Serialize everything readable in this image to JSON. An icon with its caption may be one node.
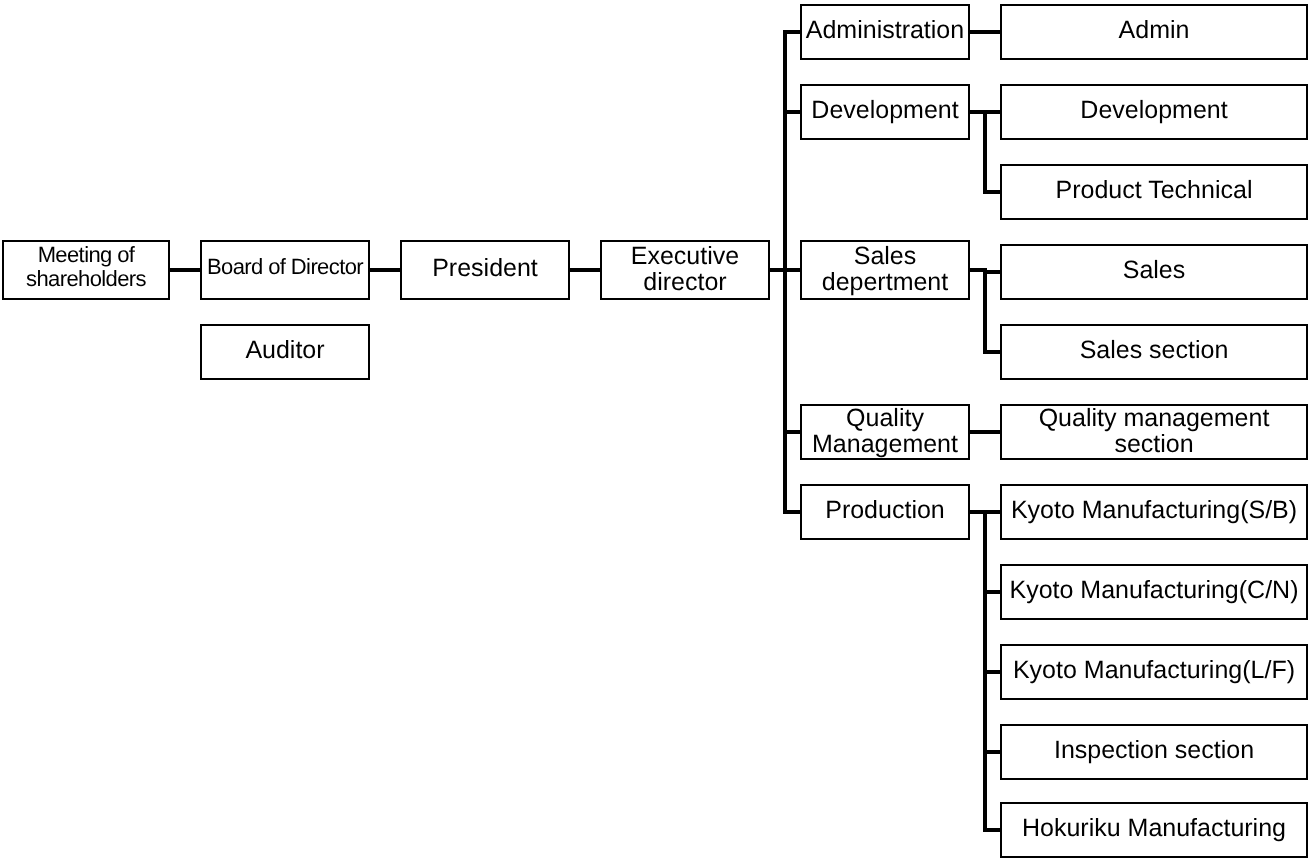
{
  "diagram": {
    "nodes": [
      {
        "text": [
          "Meeting of shareholders"
        ]
      },
      {
        "text": [
          "Board of Director"
        ]
      },
      {
        "text": [
          "Auditor"
        ]
      },
      {
        "text": [
          "President"
        ]
      },
      {
        "text": [
          "Executive director"
        ]
      },
      {
        "text": [
          "Administration"
        ]
      },
      {
        "text": [
          "Admin"
        ]
      },
      {
        "text": [
          "Development"
        ]
      },
      {
        "text": [
          "Development"
        ]
      },
      {
        "text": [
          "Product Technical"
        ]
      },
      {
        "text": [
          "Sales depertment"
        ]
      },
      {
        "text": [
          "Sales"
        ]
      },
      {
        "text": [
          "Sales section"
        ]
      },
      {
        "text": [
          "Quality Management"
        ]
      },
      {
        "text": [
          "Quality management section"
        ]
      },
      {
        "text": [
          "Production"
        ]
      },
      {
        "text": [
          "Kyoto Manufacturing(S/B)"
        ]
      },
      {
        "text": [
          "Kyoto Manufacturing(C/N)"
        ]
      },
      {
        "text": [
          "Kyoto Manufacturing(L/F)"
        ]
      },
      {
        "text": [
          "Inspection section"
        ]
      },
      {
        "text": [
          "Hokuriku Manufacturing"
        ]
      }
    ],
    "edges": [
      {
        "from": 0,
        "to": 1,
        "arrow": "none"
      },
      {
        "from": 1,
        "to": 3,
        "arrow": "none"
      },
      {
        "from": 3,
        "to": 4,
        "arrow": "none"
      },
      {
        "from": 4,
        "to": 5,
        "arrow": "none"
      },
      {
        "from": 4,
        "to": 7,
        "arrow": "none"
      },
      {
        "from": 4,
        "to": 10,
        "arrow": "none"
      },
      {
        "from": 4,
        "to": 13,
        "arrow": "none"
      },
      {
        "from": 4,
        "to": 15,
        "arrow": "none"
      },
      {
        "from": 5,
        "to": 6,
        "arrow": "none"
      },
      {
        "from": 7,
        "to": 8,
        "arrow": "none"
      },
      {
        "from": 7,
        "to": 9,
        "arrow": "none"
      },
      {
        "from": 10,
        "to": 11,
        "arrow": "none"
      },
      {
        "from": 10,
        "to": 12,
        "arrow": "none"
      },
      {
        "from": 13,
        "to": 14,
        "arrow": "none"
      },
      {
        "from": 15,
        "to": 16,
        "arrow": "none"
      },
      {
        "from": 15,
        "to": 17,
        "arrow": "none"
      },
      {
        "from": 15,
        "to": 18,
        "arrow": "none"
      },
      {
        "from": 15,
        "to": 19,
        "arrow": "none"
      },
      {
        "from": 15,
        "to": 20,
        "arrow": "none"
      }
    ]
  }
}
